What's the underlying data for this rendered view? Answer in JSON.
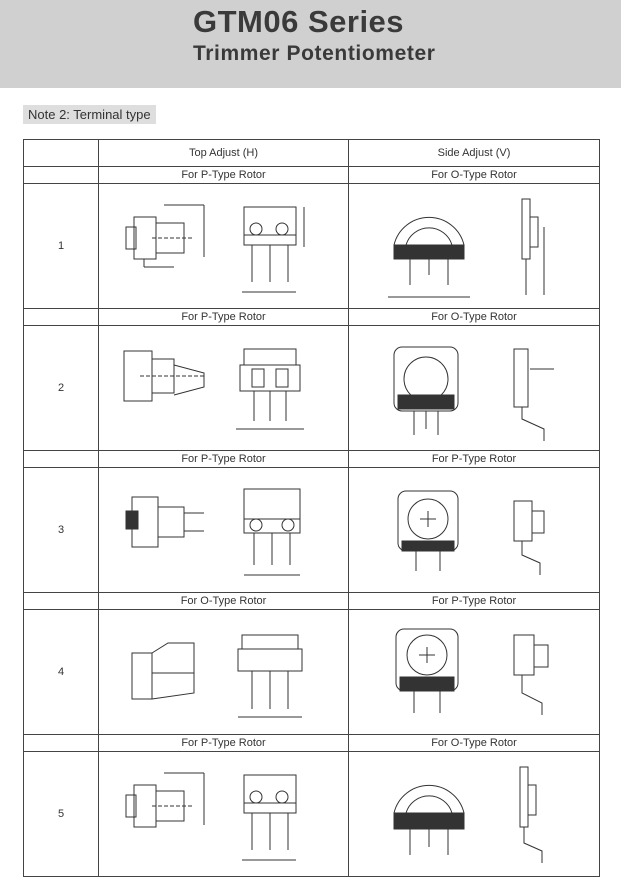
{
  "header": {
    "title": "GTM06 Series",
    "subtitle": "Trimmer Potentiometer"
  },
  "note": "Note 2: Terminal type",
  "table": {
    "columns": [
      "",
      "Top Adjust (H)",
      "Side Adjust (V)"
    ],
    "rows": [
      {
        "number": "1",
        "left_label": "For P-Type Rotor",
        "right_label": "For O-Type Rotor"
      },
      {
        "number": "2",
        "left_label": "For P-Type Rotor",
        "right_label": "For O-Type Rotor"
      },
      {
        "number": "3",
        "left_label": "For P-Type Rotor",
        "right_label": "For P-Type Rotor"
      },
      {
        "number": "4",
        "left_label": "For O-Type Rotor",
        "right_label": "For P-Type Rotor"
      },
      {
        "number": "5",
        "left_label": "For P-Type Rotor",
        "right_label": "For O-Type Rotor"
      }
    ]
  },
  "colors": {
    "header_bg": "#d0d0d0",
    "note_bg": "#dedede",
    "line": "#333333"
  }
}
